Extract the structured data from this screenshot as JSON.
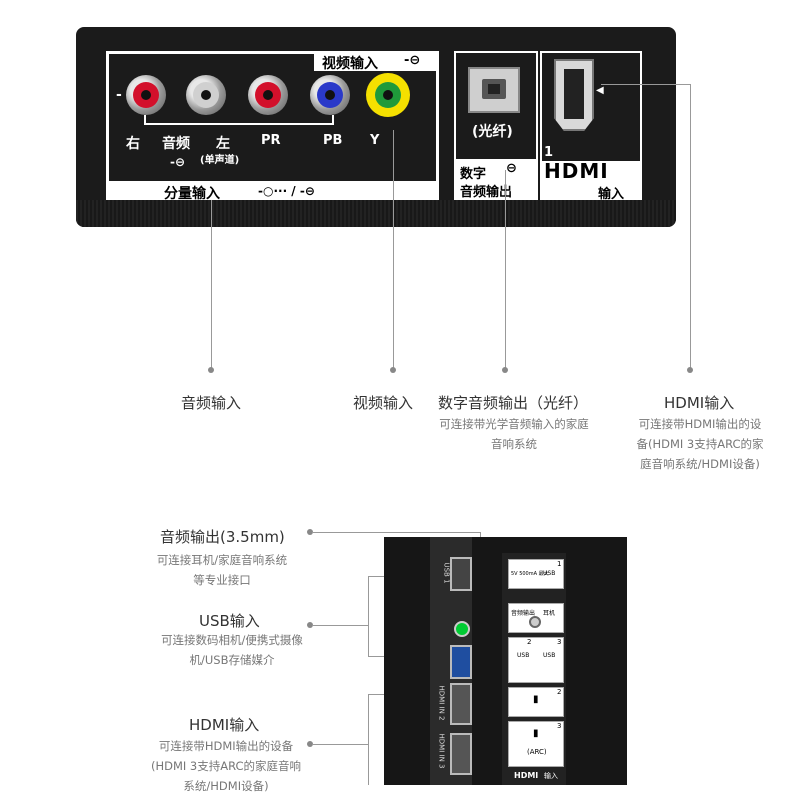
{
  "top_panel": {
    "video_input_header": "视频输入",
    "right_label": "右",
    "audio_label": "音频",
    "left_label": "左",
    "mono_label": "(单声道)",
    "pr_label": "PR",
    "pb_label": "PB",
    "y_label": "Y",
    "component_input_label": "分量输入",
    "optical_label": "(光纤)",
    "digital_audio_out_line1": "数字",
    "digital_audio_out_line2": "音频输出",
    "hdmi_number": "1",
    "hdmi_logo": "HDMI",
    "hdmi_input_label": "输入",
    "minus_mark": "-",
    "input_arrow": "-⊖",
    "component_icons": "-○··· / -⊖"
  },
  "callouts": {
    "audio_input": "音频输入",
    "video_input": "视频输入",
    "digital_audio_out": "数字音频输出（光纤）",
    "digital_audio_out_desc": "可连接带光学音频输入的家庭音响系统",
    "hdmi_input_top": "HDMI输入",
    "hdmi_input_top_desc": "可连接带HDMI输出的设备(HDMI 3支持ARC的家庭音响系统/HDMI设备)",
    "audio_out": "音频输出(3.5mm)",
    "audio_out_desc": "可连接耳机/家庭音响系统等专业接口",
    "usb_input": "USB输入",
    "usb_input_desc": "可连接数码相机/便携式摄像机/USB存储媒介",
    "hdmi_input_bottom": "HDMI输入",
    "hdmi_input_bottom_desc": "可连接带HDMI输出的设备(HDMI 3支持ARC的家庭音响系统/HDMI设备)"
  },
  "side_panel": {
    "usb1": "USB 1",
    "usb_box_text": "5V 500mA 最大",
    "usb_label": "USB",
    "audio_out_label": "音频输出",
    "headphone_label": "耳机",
    "hdmi_in_2": "HDMI IN 2",
    "hdmi_in_3": "HDMI IN 3",
    "arc": "(ARC)",
    "hdmi_logo": "HDMI",
    "input": "输入",
    "num1": "1",
    "num2": "2",
    "num3": "3"
  },
  "colors": {
    "jack_red": "#d3102b",
    "jack_white": "#d0d0d0",
    "jack_blue": "#2a39c9",
    "jack_green": "#1f9a3a",
    "jack_yellow": "#f5e000"
  }
}
